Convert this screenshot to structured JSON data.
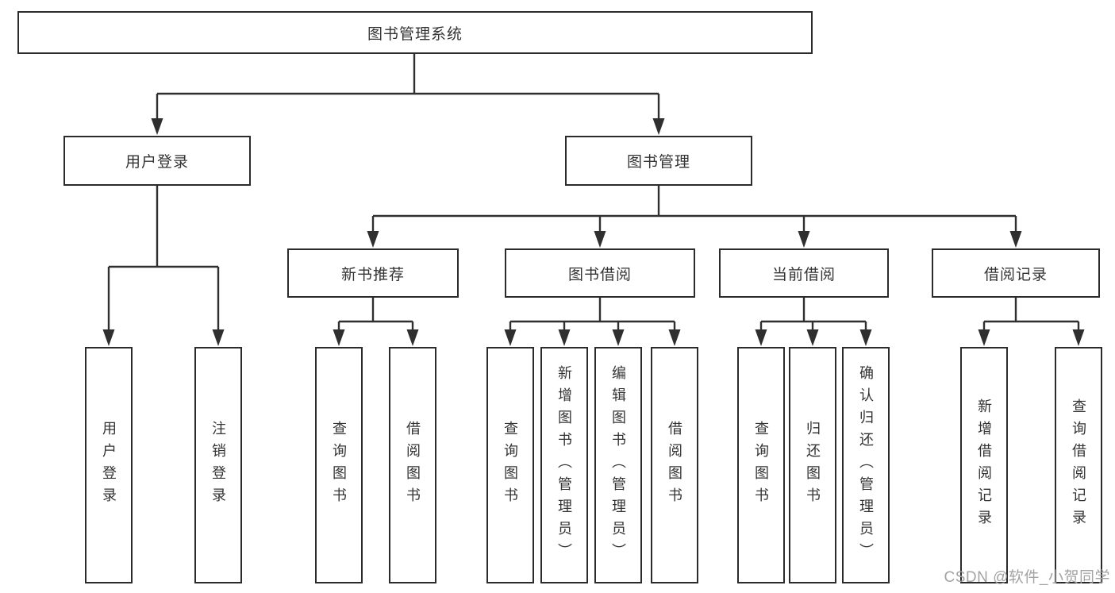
{
  "colors": {
    "connector": "#2f2f2f",
    "box_border": "#2b2b2b",
    "box_fill": "#ffffff",
    "text": "#333333",
    "watermark": "#a3a3a3"
  },
  "watermark": "CSDN @软件_小贺同学",
  "tree": {
    "label": "图书管理系统",
    "children": [
      {
        "label": "用户登录",
        "children": [
          {
            "label": "用户登录"
          },
          {
            "label": "注销登录"
          }
        ]
      },
      {
        "label": "图书管理",
        "children": [
          {
            "label": "新书推荐",
            "children": [
              {
                "label": "查询图书"
              },
              {
                "label": "借阅图书"
              }
            ]
          },
          {
            "label": "图书借阅",
            "children": [
              {
                "label": "查询图书"
              },
              {
                "label": "新增图书（管理员）"
              },
              {
                "label": "编辑图书（管理员）"
              },
              {
                "label": "借阅图书"
              }
            ]
          },
          {
            "label": "当前借阅",
            "children": [
              {
                "label": "查询图书"
              },
              {
                "label": "归还图书"
              },
              {
                "label": "确认归还（管理员）"
              }
            ]
          },
          {
            "label": "借阅记录",
            "children": [
              {
                "label": "新增借阅记录"
              },
              {
                "label": "查询借阅记录"
              }
            ]
          }
        ]
      }
    ]
  }
}
